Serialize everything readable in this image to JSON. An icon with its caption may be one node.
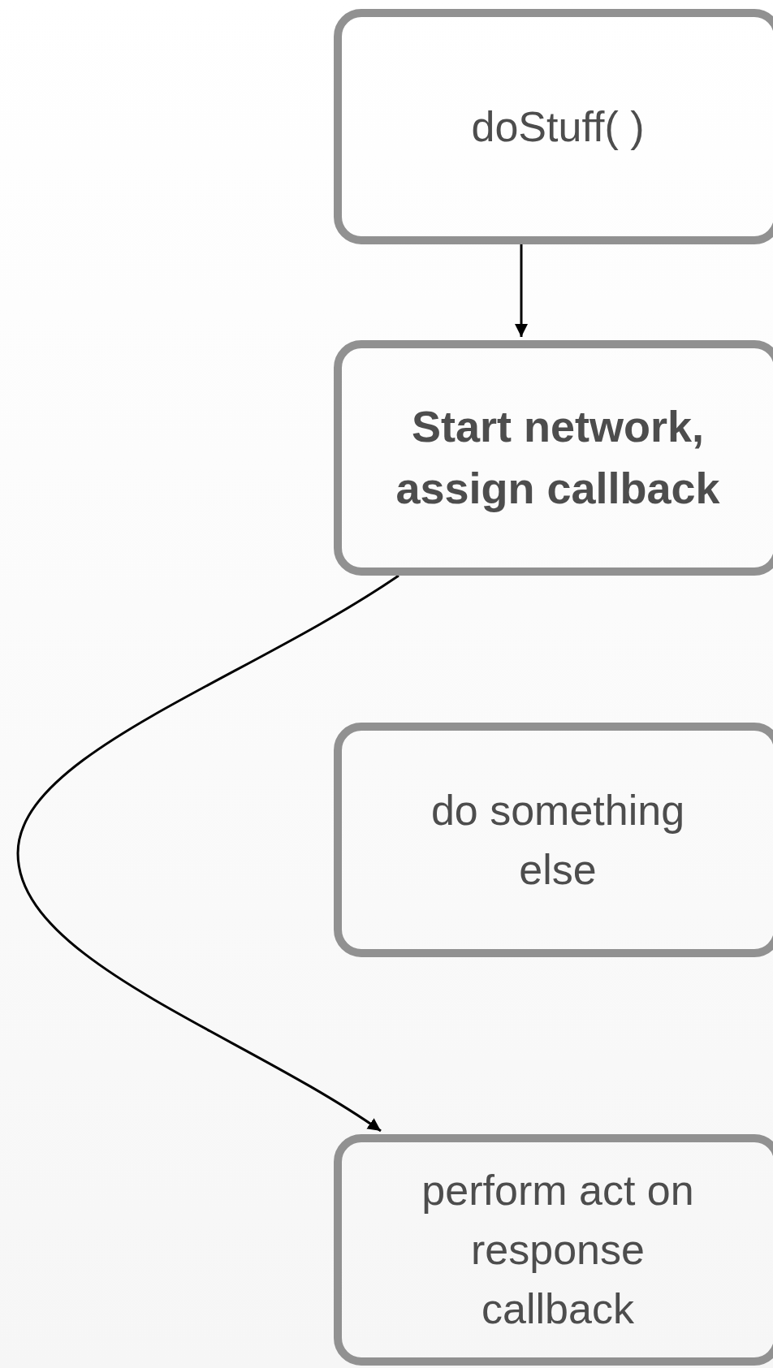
{
  "diagram": {
    "nodes": [
      {
        "text": [
          "doStuff( )"
        ]
      },
      {
        "text": [
          "Start network, assign callback"
        ]
      },
      {
        "text": [
          "do something else"
        ]
      },
      {
        "text": [
          "perform act on response callback"
        ]
      }
    ],
    "edges": [
      {
        "from": 0,
        "to": 1,
        "arrow": "to"
      },
      {
        "from": 1,
        "to": 3,
        "arrow": "to"
      }
    ]
  }
}
